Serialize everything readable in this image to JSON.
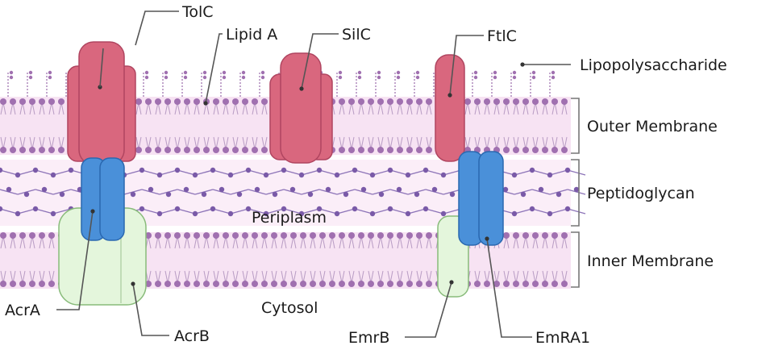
{
  "labels": {
    "tolc": "TolC",
    "lipid_a": "Lipid A",
    "silc": "SilC",
    "ftlc": "FtlC",
    "lps": "Lipopolysaccharide",
    "outer_membrane": "Outer Membrane",
    "peptidoglycan": "Peptidoglycan",
    "periplasm": "Periplasm",
    "inner_membrane": "Inner Membrane",
    "acra": "AcrA",
    "acrb": "AcrB",
    "cytosol": "Cytosol",
    "emrb": "EmrB",
    "emra1": "EmRA1"
  },
  "colors": {
    "membrane_band": "#f7e3f3",
    "lipid_head": "#a070b0",
    "lipid_tail": "#b89cc4",
    "peptidoglycan_node": "#7a5aa8",
    "omp_fill": "#d9677e",
    "omp_stroke": "#b04560",
    "mfp_fill": "#4a90d9",
    "mfp_stroke": "#2a68b0",
    "imp_fill": "#e4f6dc",
    "imp_stroke": "#88bb7a"
  }
}
